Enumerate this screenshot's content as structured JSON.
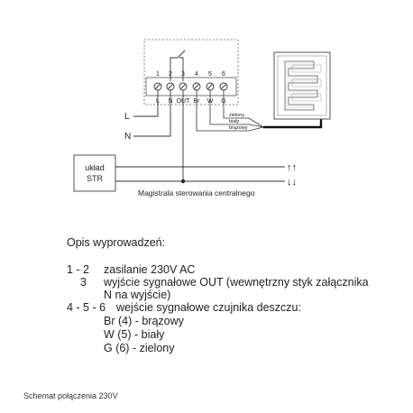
{
  "diagram": {
    "terminal_numbers": [
      "1",
      "2",
      "3",
      "4",
      "5",
      "6"
    ],
    "terminal_labels": [
      "L",
      "N",
      "OUT",
      "Br",
      "W",
      "G"
    ],
    "line_L": "L",
    "line_N": "N",
    "wire_labels": [
      "zielony",
      "biały",
      "brązowy"
    ],
    "box_label_line1": "układ",
    "box_label_line2": "STR",
    "bus_label": "Magistrala sterowania centralnego",
    "arrow_up": "↑↑",
    "arrow_down": "↓↓"
  },
  "description": {
    "heading": "Opis wyprowadzeń:",
    "rows": [
      {
        "key": "1 - 2",
        "text": "zasilanie 230V AC"
      },
      {
        "key": "3",
        "text": "wyjście sygnałowe OUT (wewnętrzny styk załącznika"
      },
      {
        "key": "",
        "text": "N na  wyjście)"
      },
      {
        "key": "4 - 5 - 6",
        "text": "wejście sygnałowe czujnika deszczu:"
      },
      {
        "key": "",
        "text": "Br (4) - brązowy"
      },
      {
        "key": "",
        "text": "W (5) - biały"
      },
      {
        "key": "",
        "text": "G (6) - zielony"
      }
    ]
  },
  "caption": "Schemat połączenia 230V"
}
